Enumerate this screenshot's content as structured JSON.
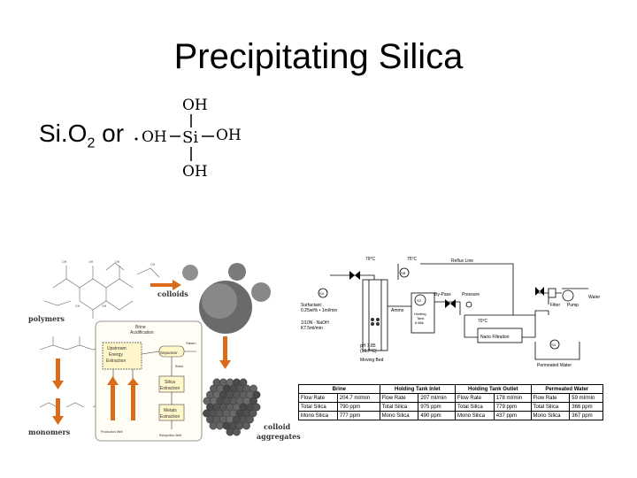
{
  "slide": {
    "title": "Precipitating Silica",
    "formula_main": "Si.O",
    "formula_sub": "2",
    "formula_suffix": " or"
  },
  "molecule": {
    "top": "OH",
    "bottom": "OH",
    "left": "OH",
    "right": "OH",
    "center": "Si"
  },
  "left_figure": {
    "polymers": "polymers",
    "monomers": "monomers",
    "colloids": "colloids",
    "colloid_aggregates_1": "colloid",
    "colloid_aggregates_2": "aggregates",
    "brine_acidification_1": "Brine",
    "brine_acidification_2": "Acidification",
    "upstream_1": "Upstream",
    "upstream_2": "Energy",
    "upstream_3": "Extraction",
    "separator": "Separator",
    "silica_extraction_1": "Silica",
    "silica_extraction_2": "Extraction",
    "metals_extraction_1": "Metals",
    "metals_extraction_2": "Extraction",
    "steam": "Steam",
    "brine": "Brine",
    "production_well": "Production Well",
    "reinjection_well": "Reinjection Well"
  },
  "right_figure": {
    "temp_79": "79°C",
    "temp_75": "75°C",
    "temp_70": "70°C",
    "reflux_line": "Reflux Line",
    "surfactant_1": "Surfactant:",
    "surfactant_2": "0.25wt% • 1ml/min",
    "naoh_1": "1/10N - NaOH",
    "naoh_2": "KT.5ml/min",
    "ammo": "Ammo",
    "holding_tank_1": "Holding",
    "holding_tank_2": "Tank",
    "holding_tank_3": "6.85k",
    "by_pass": "By-Pass",
    "pressure": "Pressure",
    "ph": "pH 7.85",
    "ph_temp": "(16.7°C)",
    "moving_bed": "Moving Bed",
    "nano_filtration": "Nano Filtration",
    "filter": "Filter",
    "pump": "Pump",
    "water": "Water",
    "permeated_water": "Permeated Water",
    "gauge_sb": "SB",
    "gauge_s4a": "S4",
    "gauge_s3": "S3",
    "gauge_s4b": "S4"
  },
  "table": {
    "headers": [
      "",
      "Brine",
      "",
      "Holding Tank Inlet",
      "",
      "Holding Tank Outlet",
      "",
      "Permeated Water"
    ],
    "rows": [
      [
        "Flow Rate",
        "204.7 ml/min",
        "Flow Rate",
        "207 ml/min",
        "Flow Rate",
        "178 ml/min",
        "Flow Rate",
        "59 ml/min"
      ],
      [
        "Total Silica",
        "790 ppm",
        "Total Silica",
        "975 ppm",
        "Total Silica",
        "779 ppm",
        "Total Silica",
        "366 ppm"
      ],
      [
        "Mono Silica",
        "777 ppm",
        "Mono Silica",
        "490 ppm",
        "Mono Silica",
        "437 ppm",
        "Mono Silica",
        "367 ppm"
      ]
    ]
  }
}
